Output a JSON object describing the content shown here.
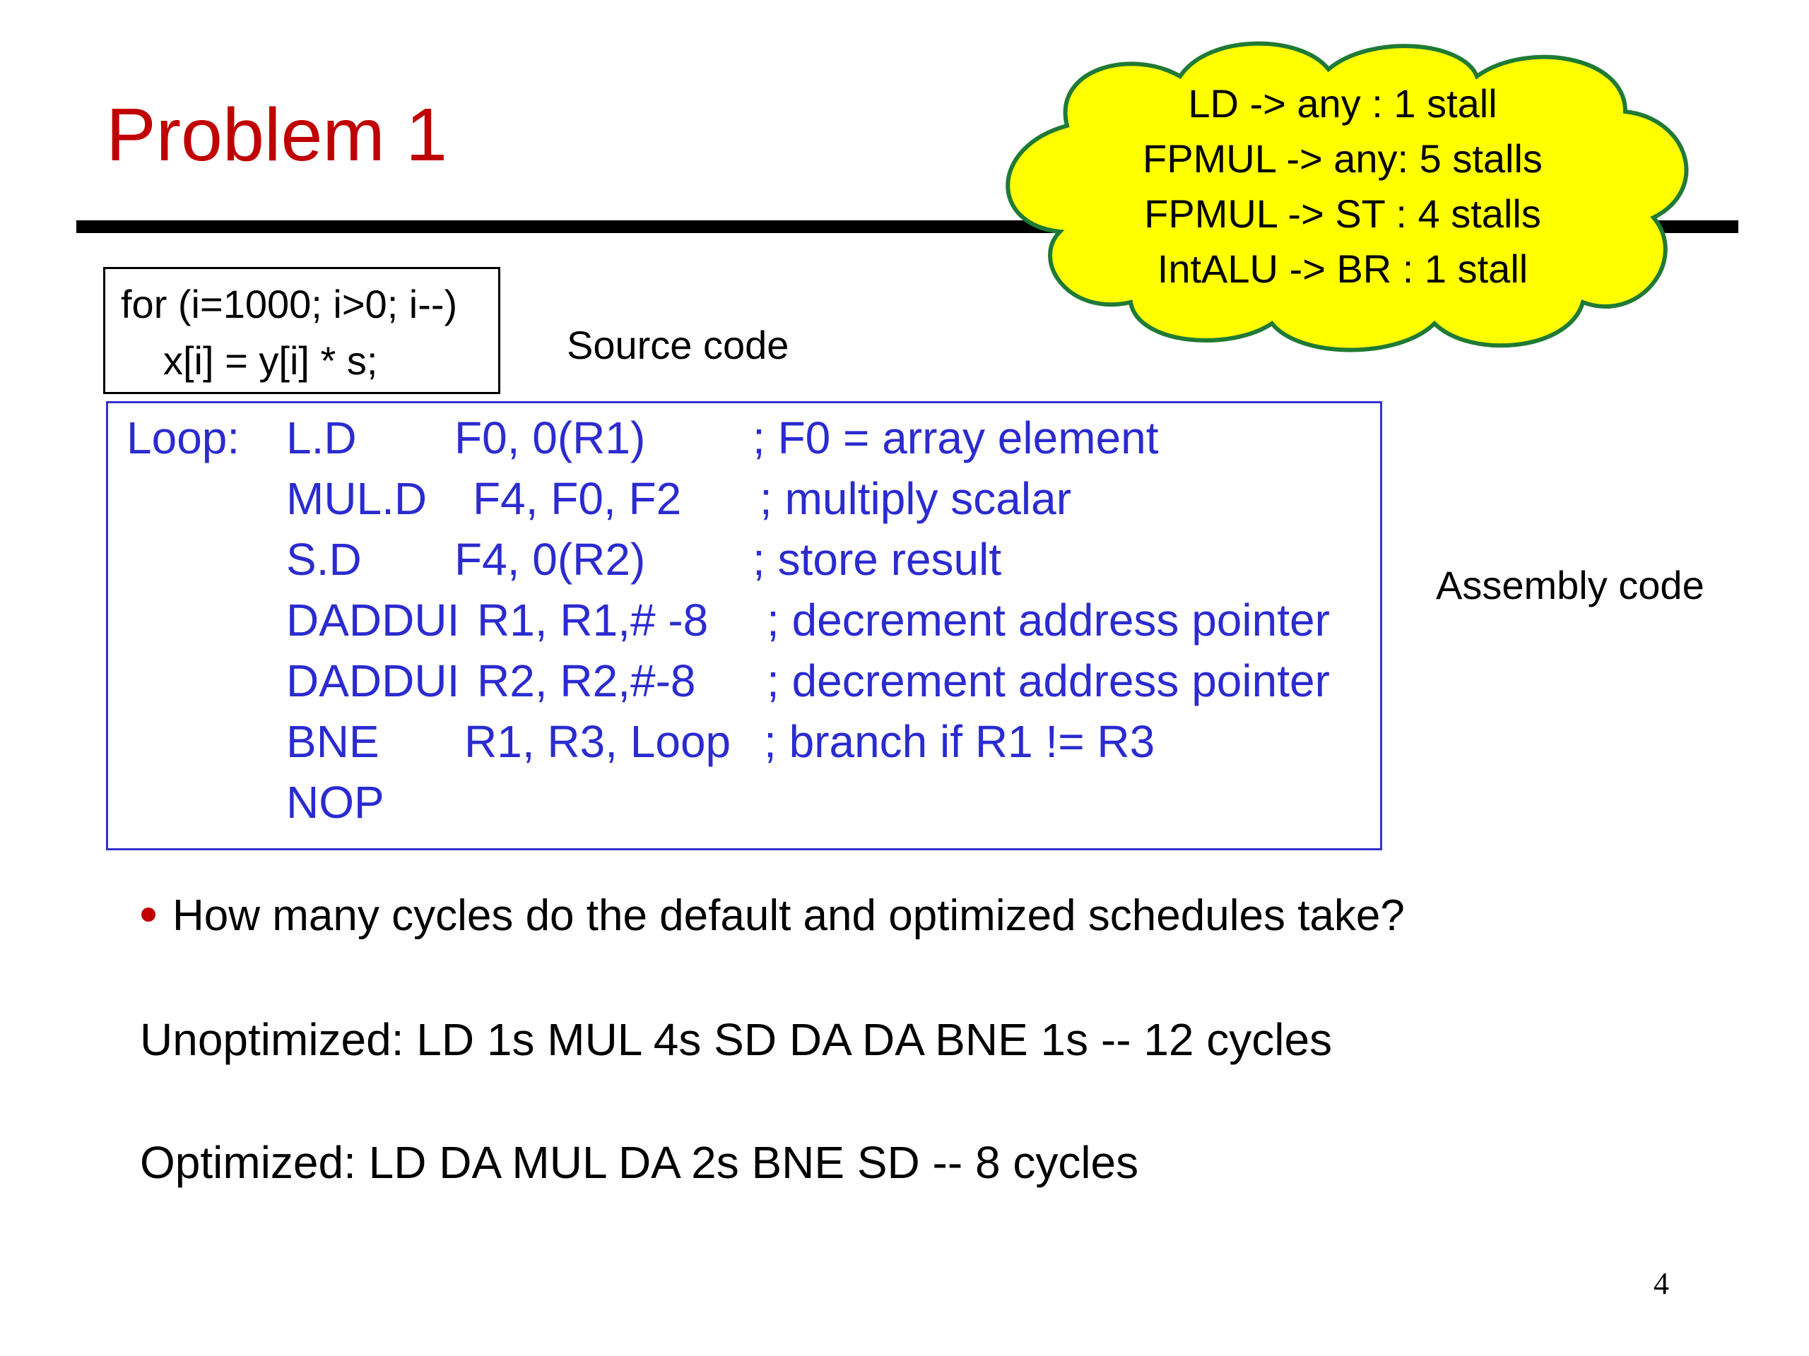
{
  "title": "Problem 1",
  "cloud": {
    "fill": "#ffff00",
    "stroke": "#1f7a35",
    "lines": [
      "LD -> any : 1 stall",
      "FPMUL -> any: 5 stalls",
      "FPMUL -> ST : 4 stalls",
      "IntALU -> BR : 1 stall"
    ]
  },
  "source": {
    "lines": [
      "for (i=1000; i>0; i--)",
      "x[i] = y[i] * s;"
    ],
    "label": "Source code"
  },
  "assembly": {
    "label": "Assembly code",
    "color": "#2b2bd0",
    "rows": [
      {
        "label": "Loop:",
        "op": "L.D",
        "args": "F0, 0(R1)",
        "comment": "; F0 = array element"
      },
      {
        "label": "",
        "op": "MUL.D",
        "args": "F4, F0, F2",
        "comment": "; multiply scalar"
      },
      {
        "label": "",
        "op": "S.D",
        "args": "F4, 0(R2)",
        "comment": "; store result"
      },
      {
        "label": "",
        "op": "DADDUI",
        "args": "R1, R1,# -8",
        "comment": "; decrement address pointer"
      },
      {
        "label": "",
        "op": "DADDUI",
        "args": "R2, R2,#-8",
        "comment": "; decrement address pointer"
      },
      {
        "label": "",
        "op": "BNE",
        "args": "R1, R3, Loop",
        "comment": "; branch if R1 != R3"
      },
      {
        "label": "",
        "op": "NOP",
        "args": "",
        "comment": ""
      }
    ]
  },
  "question": "How many cycles do the default and optimized schedules take?",
  "answers": {
    "unoptimized": "Unoptimized:  LD  1s   MUL  4s  SD  DA  DA  BNE  1s   -- 12 cycles",
    "optimized": "Optimized:  LD  DA  MUL  DA  2s  BNE  SD  -- 8 cycles"
  },
  "page_number": "4"
}
